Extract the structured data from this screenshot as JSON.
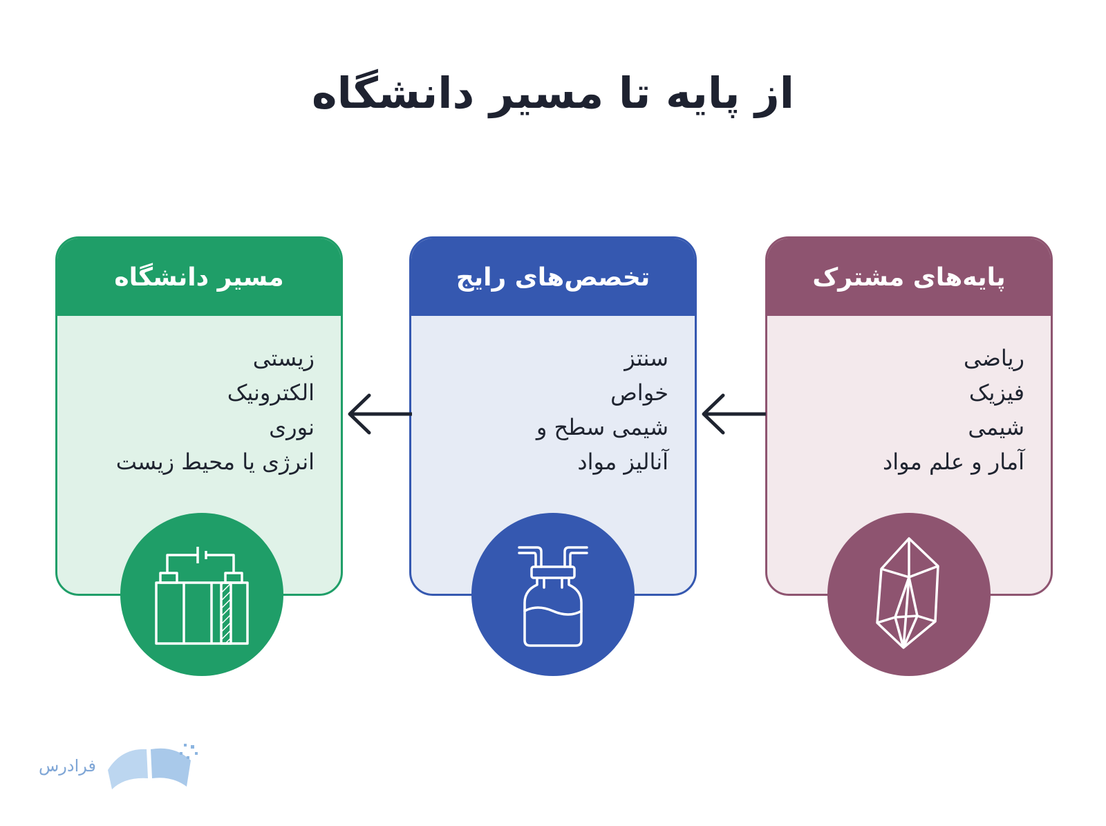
{
  "title": "از پایه تا مسیر دانشگاه",
  "cards": [
    {
      "id": "basics",
      "header": "پایه‌های مشترک",
      "items": [
        "ریاضی",
        "فیزیک",
        "شیمی",
        "آمار و علم مواد"
      ],
      "color": "#8e5470",
      "icon": "crystal-icon"
    },
    {
      "id": "majors",
      "header": "تخصص‌های رایج",
      "items": [
        "سنتز",
        "خواص",
        "شیمی سطح و",
        "آنالیز مواد"
      ],
      "color": "#3558b0",
      "icon": "bottle-icon"
    },
    {
      "id": "university",
      "header": "مسیر دانشگاه",
      "items": [
        "زیستی",
        "الکترونیک",
        "نوری",
        "انرژی یا محیط زیست"
      ],
      "color": "#1f9e68",
      "icon": "battery-icon"
    }
  ],
  "logo": {
    "text": "فرادرس",
    "icon": "book-icon"
  }
}
